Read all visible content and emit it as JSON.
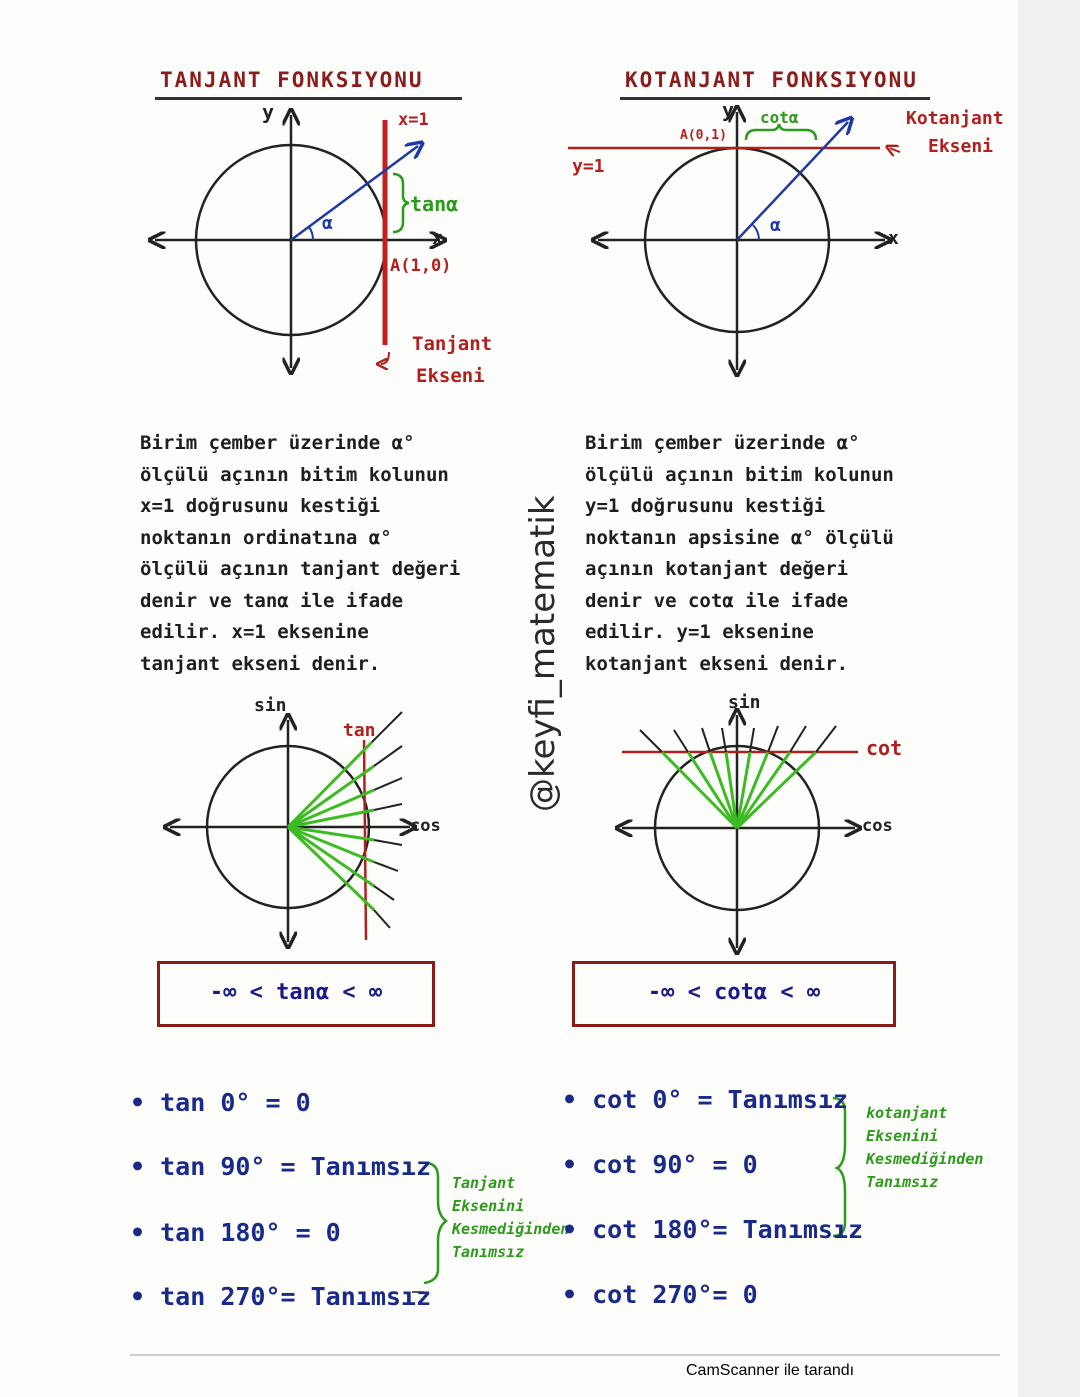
{
  "tangent": {
    "title": "TANJANT FONKSIYONU",
    "y_label": "y",
    "x_label": "x",
    "line_label": "x=1",
    "tan_label": "tanα",
    "alpha": "α",
    "point_label": "A(1,0)",
    "axis_note_line1": "Tanjant",
    "axis_note_line2": "Eksеni",
    "paragraph": [
      "Birim çember üzerinde α°",
      "ölçülü açının bitim kolunun",
      "x=1 doğrusunu kestiği",
      "noktanın ordinatına α°",
      "ölçülü açının tanjant değeri",
      "denir ve tanα ile ifade",
      "edilir. x=1 eksenine",
      "tanjant ekseni denir."
    ],
    "graph_sin": "sin",
    "graph_tan": "tan",
    "graph_cos": "cos",
    "range": "-∞ < tanα < ∞",
    "values": [
      "tan 0° = 0",
      "tan 90° = Tanımsız",
      "tan 180° = 0",
      "tan 270°= Tanımsız"
    ],
    "note": [
      "Tanjant",
      "Eksenini",
      "Kesmediğinden",
      "Tanımsız"
    ]
  },
  "cotangent": {
    "title": "KOTANJANT FONKSIYONU",
    "y_label": "y",
    "x_label": "x",
    "line_label": "y=1",
    "cot_label": "cotα",
    "alpha": "α",
    "point_label": "A(0,1)",
    "axis_note_line1": "Kotanjant",
    "axis_note_line2": "Ekseni",
    "paragraph": [
      "Birim çember üzerinde α°",
      "ölçülü açının bitim kolunun",
      "y=1 doğrusunu kestiği",
      "noktanın apsisine α° ölçülü",
      "açının kotanjant değeri",
      "denir ve cotα ile ifade",
      "edilir. y=1 eksenine",
      "kotanjant ekseni denir."
    ],
    "graph_sin": "sin",
    "graph_cot": "cot",
    "graph_cos": "cos",
    "range": "-∞ < cotα < ∞",
    "values": [
      "cot 0° = Tanımsız",
      "cot 90° = 0",
      "cot 180°= Tanımsız",
      "cot 270°= 0"
    ],
    "note": [
      "kotanjant",
      "Eksenini",
      "Kesmediğinden",
      "Tanımsız"
    ]
  },
  "watermark": "@keyfi_matematik",
  "footer": "CamScanner ile tarandı",
  "colors": {
    "red": "#b21f1f",
    "blue": "#1f3aa6",
    "green": "#2c9a1a",
    "ink": "#222222"
  }
}
